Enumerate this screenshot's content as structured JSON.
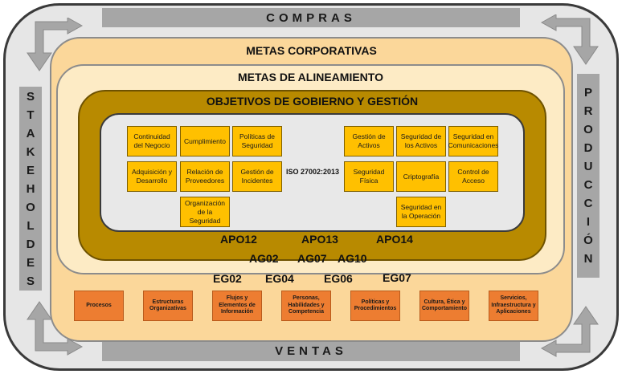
{
  "sides": {
    "top": "COMPRAS",
    "bottom": "VENTAS",
    "left": "STAKEHOLDES",
    "right": "PRODUCCIÓN"
  },
  "layers": {
    "corporativas": "METAS CORPORATIVAS",
    "alineamiento": "METAS DE ALINEAMIENTO",
    "gobierno": "OBJETIVOS DE GOBIERNO Y GESTIÓN"
  },
  "center_label": "ISO 27002:2013",
  "domains": {
    "b1": "Continuidad del Negocio",
    "b2": "Cumplimiento",
    "b3": "Políticas de Seguridad",
    "b4": "Adquisición y Desarrollo",
    "b5": "Relación de Proveedores",
    "b6": "Gestión de Incidentes",
    "b7": "Organización de la Seguridad",
    "b8": "Gestión de Activos",
    "b9": "Seguridad de los Activos",
    "b10": "Seguridad en Comunicaciones",
    "b11": "Seguridad Física",
    "b12": "Criptografía",
    "b13": "Control de Acceso",
    "b14": "Seguridad en la Operación"
  },
  "apo": [
    "APO12",
    "APO13",
    "APO14"
  ],
  "ag": [
    "AG02",
    "AG07",
    "AG10"
  ],
  "eg": [
    "EG02",
    "EG04",
    "EG06",
    "EG07"
  ],
  "enablers": [
    "Procesos",
    "Estructuras Organizativas",
    "Flujos y Elementos de Información",
    "Personas, Habilidades y Competencia",
    "Políticas y Procedimientos",
    "Cultura, Ética y Comportamiento",
    "Servicios, Infraestructura y Aplicaciones"
  ]
}
